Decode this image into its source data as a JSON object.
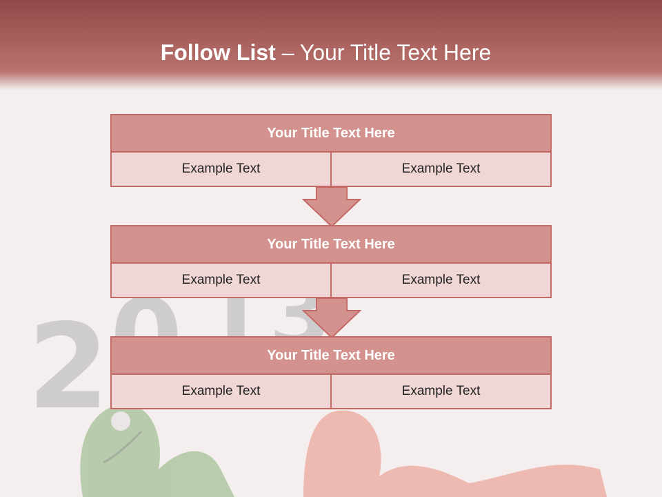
{
  "slide": {
    "title_bold": "Follow List",
    "title_rest": " – Your Title Text Here"
  },
  "blocks": [
    {
      "title": "Your Title Text Here",
      "left": "Example Text",
      "right": "Example Text"
    },
    {
      "title": "Your Title Text Here",
      "left": "Example Text",
      "right": "Example Text"
    },
    {
      "title": "Your Title Text Here",
      "left": "Example Text",
      "right": "Example Text"
    }
  ],
  "colors": {
    "header": "#a9605c",
    "block_title_bg": "#d4928e",
    "block_cell_bg": "#f0d6d5",
    "border": "#c46a66",
    "arrow_fill": "#d4928e"
  }
}
